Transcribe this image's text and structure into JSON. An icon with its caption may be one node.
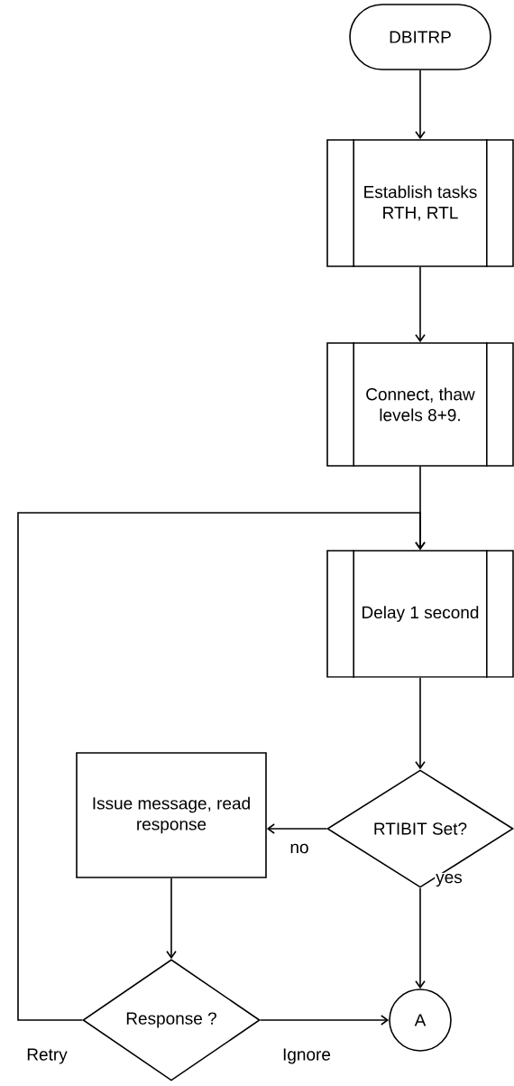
{
  "diagram": {
    "nodes": [
      {
        "text": [
          "DBITRP"
        ]
      },
      {
        "text": [
          "Establish tasks RTH, RTL"
        ]
      },
      {
        "text": [
          "Connect, thaw levels 8+9."
        ]
      },
      {
        "text": [
          "Delay 1 second"
        ]
      },
      {
        "text": [
          "RTIBIT Set?"
        ]
      },
      {
        "text": [
          "Issue message, read response"
        ]
      },
      {
        "text": [
          "Response ?"
        ]
      },
      {
        "text": [
          "A"
        ]
      }
    ],
    "edges": [
      {
        "from": 0,
        "to": 1,
        "arrow": "to"
      },
      {
        "from": 1,
        "to": 2,
        "arrow": "to"
      },
      {
        "from": 2,
        "to": 3,
        "arrow": "to"
      },
      {
        "from": 3,
        "to": 4,
        "arrow": "to"
      },
      {
        "from": 4,
        "to": 5,
        "arrow": "to",
        "label": "no"
      },
      {
        "from": 4,
        "to": 7,
        "arrow": "to",
        "label": "yes"
      },
      {
        "from": 5,
        "to": 6,
        "arrow": "to"
      },
      {
        "from": 6,
        "to": 7,
        "arrow": "to",
        "label": "Ignore"
      },
      {
        "from": 6,
        "to": 3,
        "arrow": "to",
        "label": "Retry"
      }
    ]
  }
}
